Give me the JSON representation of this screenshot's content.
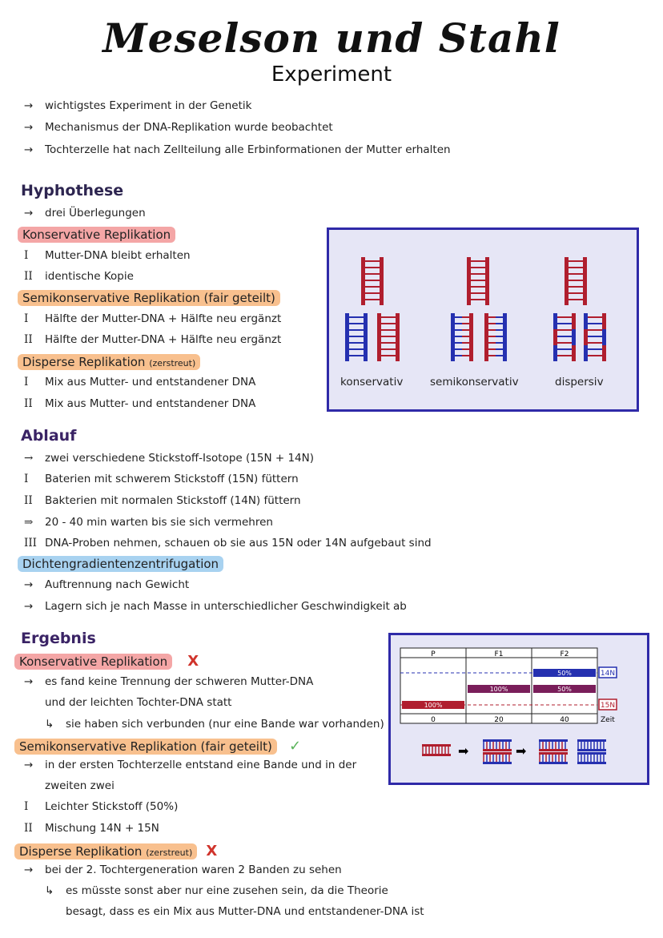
{
  "title": "Meselson und Stahl",
  "subtitle": "Experiment",
  "intro": {
    "bullets": [
      "wichtigstes Experiment in der Genetik",
      "Mechanismus der DNA-Replikation wurde beobachtet",
      "Tochterzelle hat nach Zellteilung alle Erbinformationen der Mutter erhalten"
    ]
  },
  "hypothese": {
    "heading": "Hyphothese",
    "intro": "drei Überlegungen",
    "konservativ": {
      "title": "Konservative Replikation",
      "items": [
        {
          "num": "I",
          "text": "Mutter-DNA bleibt erhalten"
        },
        {
          "num": "II",
          "text": "identische Kopie"
        }
      ]
    },
    "semikonservativ": {
      "title": "Semikonservative Replikation (fair geteilt)",
      "items": [
        {
          "num": "I",
          "text": "Hälfte der Mutter-DNA + Hälfte neu ergänzt"
        },
        {
          "num": "II",
          "text": "Hälfte der Mutter-DNA + Hälfte neu ergänzt"
        }
      ]
    },
    "dispers": {
      "title": "Disperse Replikation",
      "note": "(zerstreut)",
      "items": [
        {
          "num": "I",
          "text": "Mix aus Mutter- und entstandener DNA"
        },
        {
          "num": "II",
          "text": "Mix aus Mutter- und entstandener DNA"
        }
      ]
    },
    "diagram_labels": [
      "konservativ",
      "semikonservativ",
      "dispersiv"
    ]
  },
  "ablauf": {
    "heading": "Ablauf",
    "lines": [
      {
        "mark": "→",
        "text": "zwei verschiedene Stickstoff-Isotope (15N + 14N)"
      },
      {
        "mark": "I",
        "text": "Baterien mit schwerem Stickstoff (15N) füttern"
      },
      {
        "mark": "II",
        "text": "Bakterien mit normalen Stickstoff (14N) füttern"
      },
      {
        "mark": "⇒",
        "text": "20 - 40 min warten bis sie sich vermehren"
      },
      {
        "mark": "III",
        "text": "DNA-Proben nehmen, schauen ob sie aus 15N oder 14N aufgebaut sind"
      }
    ],
    "dichte": {
      "title": "Dichtengradientenzentrifugation",
      "lines": [
        "Auftrennung nach Gewicht",
        "Lagern sich je nach Masse in unterschiedlicher Geschwindigkeit ab"
      ]
    }
  },
  "ergebnis": {
    "heading": "Ergebnis",
    "konservativ": {
      "title": "Konservative Replikation",
      "mark": "X",
      "line1": "es fand keine Trennung der schweren Mutter-DNA",
      "line2": "und der leichten Tochter-DNA statt",
      "line3": "sie haben sich verbunden (nur eine Bande war vorhanden)"
    },
    "semikonservativ": {
      "title": "Semikonservative Replikation (fair geteilt)",
      "mark": "✓",
      "line1": "in der ersten Tochterzelle entstand eine Bande und in der",
      "line2": "zweiten zwei",
      "items": [
        {
          "num": "I",
          "text": "Leichter Stickstoff (50%)"
        },
        {
          "num": "II",
          "text": "Mischung 14N + 15N"
        }
      ]
    },
    "dispers": {
      "title": "Disperse Replikation",
      "note": "(zerstreut)",
      "mark": "X",
      "line1": "bei der 2. Tochtergeneration waren 2 Banden zu sehen",
      "line2": "es müsste sonst aber nur eine zusehen sein, da die Theorie",
      "line3": "besagt, dass es ein Mix aus Mutter-DNA und entstandener-DNA ist"
    }
  },
  "chart_data": {
    "type": "table",
    "columns": [
      "P",
      "F1",
      "F2"
    ],
    "x_ticks": [
      "0",
      "20",
      "40"
    ],
    "x_axis_label": "Zeit",
    "side_labels": [
      "14N",
      "15N"
    ],
    "bands": [
      {
        "column": "P",
        "label": "100%",
        "level": "15N",
        "color": "#b01e2e"
      },
      {
        "column": "F1",
        "label": "100%",
        "level": "mixed",
        "color": "#7a1e5a"
      },
      {
        "column": "F2",
        "label": "50%",
        "level": "14N",
        "color": "#2530b0"
      },
      {
        "column": "F2",
        "label": "50%",
        "level": "mixed",
        "color": "#7a1e5a"
      }
    ]
  },
  "colors": {
    "heavy": "#b01e2e",
    "light": "#2530b0",
    "panel_border": "#2f2aa8",
    "panel_bg": "#e6e6f6"
  }
}
